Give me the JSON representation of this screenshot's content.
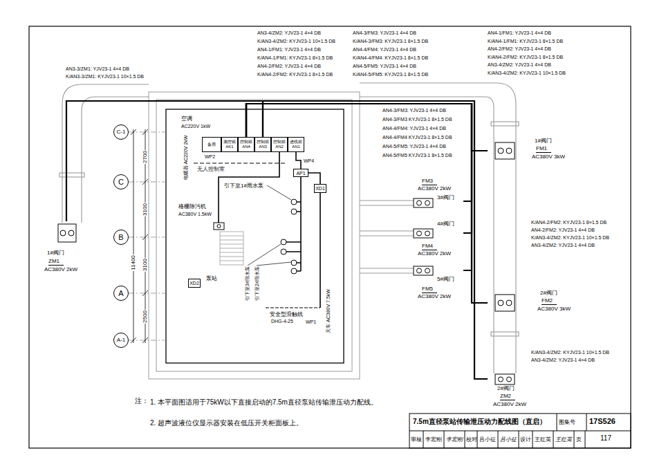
{
  "diagram": {
    "title": "7.5m直径泵站传输泄压动力配线图（直启）",
    "nodes": [
      {
        "text": [
          "备用"
        ]
      },
      {
        "text": [
          "测控箱 AK1"
        ]
      },
      {
        "text": [
          "控制箱 AN4"
        ]
      },
      {
        "text": [
          "控制箱 AN3"
        ]
      },
      {
        "text": [
          "控制箱 AN2"
        ]
      },
      {
        "text": [
          "进线箱 AN1"
        ]
      },
      {
        "text": [
          "AP1"
        ]
      },
      {
        "text": [
          "XD1"
        ]
      },
      {
        "text": [
          "XD2"
        ]
      },
      {
        "text": [
          "1#阀门",
          "ZM1",
          "AC380V 2kW"
        ]
      },
      {
        "text": [
          "1#阀门",
          "FM1",
          "AC380V 3kW"
        ]
      },
      {
        "text": [
          "FM3",
          "AC380V 2kW",
          "3#阀门"
        ]
      },
      {
        "text": [
          "4#阀门",
          "FM4",
          "AC380V 2kW"
        ]
      },
      {
        "text": [
          "5#阀门",
          "FM5",
          "AC380V 2kW"
        ]
      },
      {
        "text": [
          "2#阀门",
          "FM2",
          "AC380V 3kW"
        ]
      },
      {
        "text": [
          "2#阀门",
          "ZM2",
          "AC380V 2kW"
        ]
      },
      {
        "text": [
          "C-1"
        ]
      },
      {
        "text": [
          "C"
        ]
      },
      {
        "text": [
          "B"
        ]
      },
      {
        "text": [
          "A"
        ]
      },
      {
        "text": [
          "A-1"
        ]
      }
    ],
    "edges": [
      {
        "from": 3,
        "to": 9,
        "arrow": "none"
      },
      {
        "from": 2,
        "to": 10,
        "arrow": "none"
      },
      {
        "from": 2,
        "to": 11,
        "arrow": "none"
      },
      {
        "from": 2,
        "to": 12,
        "arrow": "none"
      },
      {
        "from": 2,
        "to": 13,
        "arrow": "none"
      },
      {
        "from": 2,
        "to": 14,
        "arrow": "none"
      },
      {
        "from": 3,
        "to": 15,
        "arrow": "none"
      }
    ],
    "labels": [
      "AN3-3/ZM1: YJV23-1 4×4 DB",
      "K/AN3-3/ZM1: KYJV23-1 10×1.5 DB",
      "AN3-4/ZM2: YJV23-1 4×4 DB",
      "K/AN3-4/ZM2: KYJV23-1 10×1.5 DB",
      "AN4-1/FM1: YJV23-1 4×4 DB",
      "K/AN4-1/FM1: KYJV23-1 8×1.5 DB",
      "AN4-2/FM2: YJV23-1 4×4 DB",
      "K/AN4-2/FM2: KYJV23-1 8×1.5 DB",
      "AN4-3/FM3: YJV23-1 4×4 DB",
      "K/AN4-3/FM3: KYJV23-1 8×1.5 DB",
      "AN4-4/FM4: YJV23-1 4×4 DB",
      "K/AN4-4/FM4: KYJV23-1 8×1.5 DB",
      "AN4-5/FM5: YJV23-1 4×4 DB",
      "K/AN4-5/FM5: KYJV23-1 8×1.5 DB",
      "AN4-1/FM1: YJV23-1 4×4 DB",
      "K/AN4-1/FM1: KYJV23-1 8×1.5 DB",
      "AN4-2/FM2: YJV23-1 4×4 DB",
      "K/AN4-2/FM2: KYJV23-1 8×1.5 DB",
      "AN3-4/ZM2: YJV23-1 4×4 DB",
      "K/AN3-4/ZM2: KYJV23-1 10×1.5 DB",
      "AN4-3/FM3: YJV23-1 4×4 DB",
      "AN4-3/FM3 KYJV23-1 8×1.5 DB",
      "AN4-4/FM4: YJV23-1 4×4 DB",
      "AN4-4/FM4 KYJV23-1 8×1.5 DB",
      "AN4-5/FM5: YJV23-1 4×4 DB",
      "AN4-5/FM5 KYJV23-1 8×1.5 DB",
      "K/AN4-2/FM2: KYJV23-1 8×1.5 DB",
      "AN4-2/FM2: YJV23-1 4×4 DB",
      "K/AN3-4/ZM2: KYJV23-1 10×1.5 DB",
      "AN3-4/ZM2: YJV23-1 4×4 DB",
      "K/AN3-4/ZM2: KYJV23-1 10×1.5 DB",
      "AN3-4/ZM2: YJV23-1 4×4 DB",
      "空调",
      "AC220V 1kW",
      "电暖器 AC220V 2kW",
      "无人控制室",
      "WP2",
      "WP4",
      "引下至1#雨水泵",
      "格栅除污机",
      "AC380V 1.5kW",
      "泵站",
      "引下至3#雨水泵",
      "引下至2#雨水泵",
      "WP1",
      "安全型滑触线",
      "DHG-4-25",
      "天车 AC380V 7.5kW",
      "2700",
      "3100",
      "3100",
      "2500",
      "11400",
      "注：",
      "1. 本平面图适用于75kW以下直接启动的7.5m直径泵站传输泄压动力配线。",
      "2. 超声波液位仪显示器安装在低压开关柜面板上。",
      "图集号",
      "17S526",
      "审核",
      "李宏刚",
      "李宏刚",
      "校对",
      "吕小征",
      "吕小征",
      "设计",
      "王红英",
      "王红英",
      "页",
      "117"
    ]
  }
}
